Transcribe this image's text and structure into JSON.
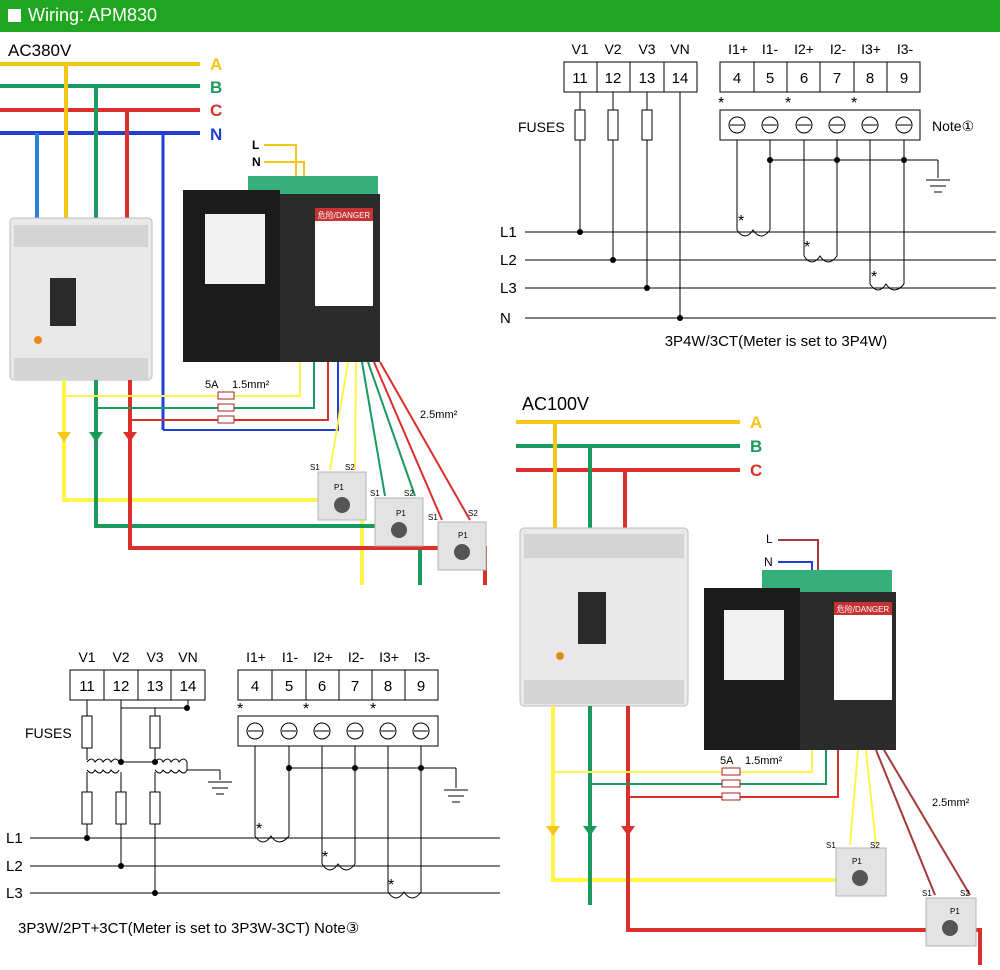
{
  "header": {
    "title": "Wiring: APM830"
  },
  "top_left": {
    "supply": "AC380V",
    "phases": [
      "A",
      "B",
      "C",
      "N"
    ],
    "meter_inputs": [
      "L",
      "N"
    ],
    "fuse_rating": "5A",
    "fuse_wire": "1.5mm²",
    "ct_wire": "2.5mm²",
    "ct_terminals": [
      "S1",
      "S2",
      "P1"
    ],
    "danger_label": "危险/DANGER"
  },
  "top_right": {
    "voltage_headers": [
      "V1",
      "V2",
      "V3",
      "VN"
    ],
    "voltage_terminals": [
      "11",
      "12",
      "13",
      "14"
    ],
    "current_headers": [
      "I1+",
      "I1-",
      "I2+",
      "I2-",
      "I3+",
      "I3-"
    ],
    "current_terminals": [
      "4",
      "5",
      "6",
      "7",
      "8",
      "9"
    ],
    "fuses_label": "FUSES",
    "note": "Note①",
    "lines": [
      "L1",
      "L2",
      "L3",
      "N"
    ],
    "caption": "3P4W/3CT(Meter is set to 3P4W)"
  },
  "bottom_left": {
    "voltage_headers": [
      "V1",
      "V2",
      "V3",
      "VN"
    ],
    "voltage_terminals": [
      "11",
      "12",
      "13",
      "14"
    ],
    "current_headers": [
      "I1+",
      "I1-",
      "I2+",
      "I2-",
      "I3+",
      "I3-"
    ],
    "current_terminals": [
      "4",
      "5",
      "6",
      "7",
      "8",
      "9"
    ],
    "fuses_label": "FUSES",
    "lines": [
      "L1",
      "L2",
      "L3"
    ],
    "caption": "3P3W/2PT+3CT(Meter is set to 3P3W-3CT) Note③"
  },
  "bottom_right": {
    "supply": "AC100V",
    "phases": [
      "A",
      "B",
      "C"
    ],
    "meter_inputs": [
      "L",
      "N"
    ],
    "fuse_rating": "5A",
    "fuse_wire": "1.5mm²",
    "ct_wire": "2.5mm²",
    "ct_terminals": [
      "S1",
      "S2",
      "P1"
    ],
    "danger_label": "危险/DANGER"
  },
  "colors": {
    "A": "#f5c518",
    "B": "#1a9a5c",
    "C": "#d9302c",
    "N": "#1f3fd6",
    "header": "#1fa51f"
  }
}
